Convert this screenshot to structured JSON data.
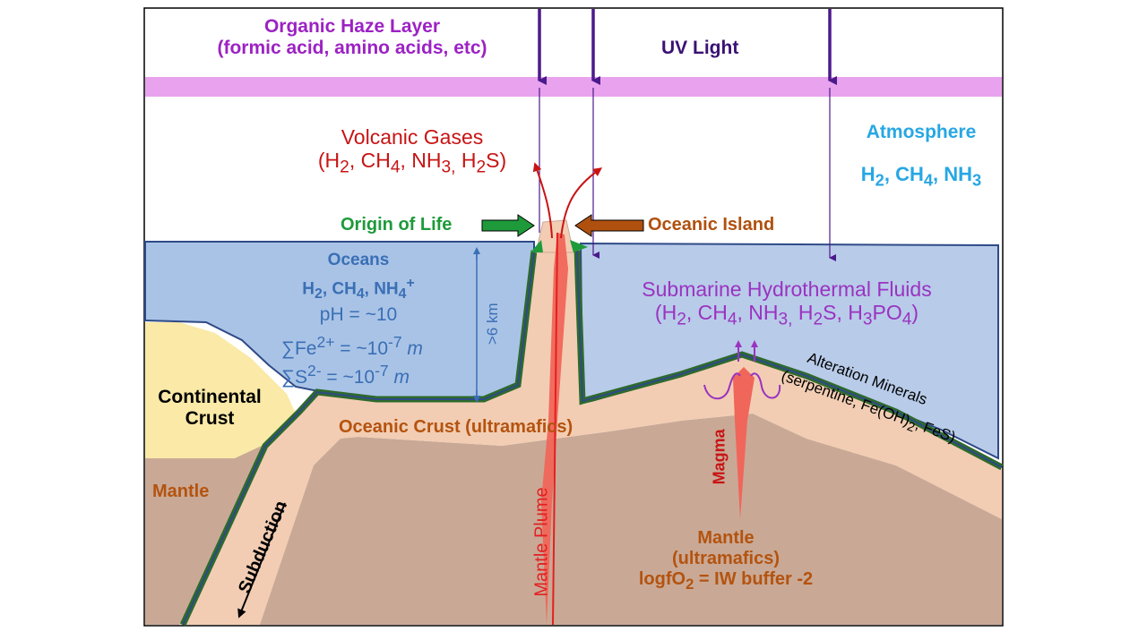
{
  "labels": {
    "haze_title": "Organic Haze Layer",
    "haze_sub": "(formic acid, amino acids, etc)",
    "uv": "UV Light",
    "volcanic_title": "Volcanic Gases",
    "volcanic_formula_html": "(H<sub>2</sub>, CH<sub>4</sub>, NH<sub>3,</sub> H<sub>2</sub>S)",
    "atmosphere_title": "Atmosphere",
    "atmosphere_formula_html": "H<sub>2</sub>, CH<sub>4</sub>, NH<sub>3</sub>",
    "origin": "Origin of Life",
    "island": "Oceanic Island",
    "oceans_title": "Oceans",
    "oceans_formula_html": "H<sub>2</sub>, CH<sub>4</sub>, NH<sub>4</sub><sup>+</sup>",
    "ph": "pH = ~10",
    "fe_html": "∑Fe<sup>2+</sup> = ~10<sup>-7</sup> <i>m</i>",
    "s_html": "∑S<sup>2-</sup> = ~10<sup>-7</sup> <i>m</i>",
    "depth": ">6 km",
    "hydro_title": "Submarine Hydrothermal Fluids",
    "hydro_formula_html": "(H<sub>2</sub>, CH<sub>4</sub>, NH<sub>3,</sub> H<sub>2</sub>S, H<sub>3</sub>PO<sub>4</sub>)",
    "alteration_title": "Alteration Minerals",
    "alteration_sub_html": "(serpentine, Fe(OH)<sub>2</sub>, FeS)",
    "continental": "Continental\nCrust",
    "oceanic_crust": "Oceanic Crust (ultramafics)",
    "mantle_left": "Mantle",
    "subduction": "Subduction",
    "plume": "Mantle Plume",
    "magma": "Magma",
    "mantle_bottom_1": "Mantle",
    "mantle_bottom_2": "(ultramafics)",
    "logfo2_html": "logfO<sub>2</sub> = IW buffer -2"
  },
  "colors": {
    "haze_band": "#e9a3ee",
    "haze_text": "#9c22c4",
    "uv_text": "#3a1273",
    "uv_arrow": "#4b1a8c",
    "volcanic_text": "#c81414",
    "atmosphere_text": "#27a7e3",
    "origin_text": "#1e9a3a",
    "island_text": "#b0500e",
    "ocean_fill": "#b8cbe9",
    "ocean_left_fill": "#a9c3e6",
    "ocean_text": "#3a6fb5",
    "ocean_border": "#2e4a86",
    "hydro_text": "#9a33c0",
    "crust_fill": "#f2cdb3",
    "crust_edge": "#2e6a2c",
    "mantle_fill": "#c9a996",
    "continental_fill": "#fae9a7",
    "plume_fill": "#f0665a",
    "plume_line": "#e32020",
    "crust_text": "#b4530f",
    "black": "#000000"
  }
}
